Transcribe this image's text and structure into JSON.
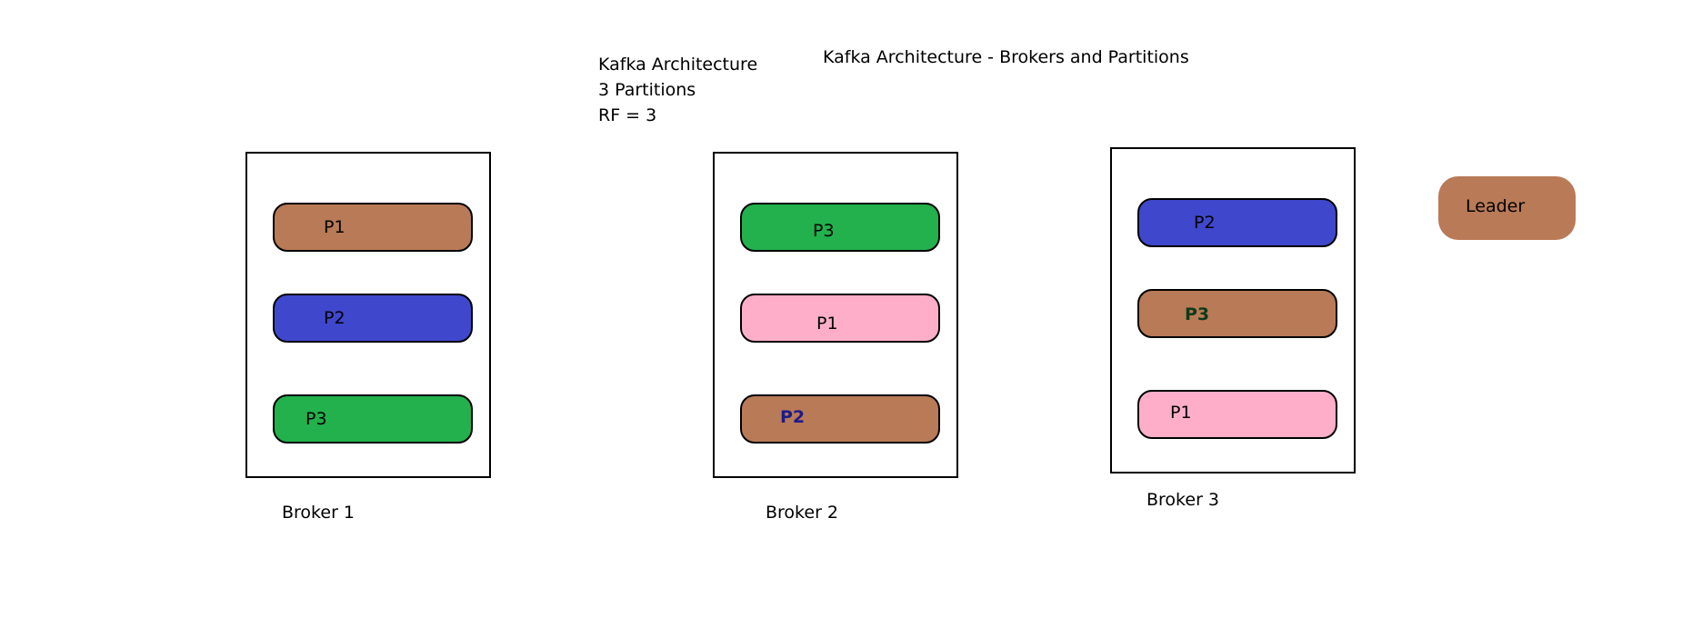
{
  "colors": {
    "brown": "#b97a57",
    "blue": "#3f48cc",
    "green": "#22b14c",
    "pink": "#ffaec9",
    "dark_green": "#0c3b1a",
    "dark_blue": "#1d1b8a"
  },
  "title": "Kafka Architecture - Brokers and Partitions",
  "info": {
    "line1": "Kafka Architecture",
    "line2": "3 Partitions",
    "line3": "RF = 3"
  },
  "legend": {
    "label": "Leader",
    "color": "#b97a57"
  },
  "brokers": [
    {
      "name": "Broker 1",
      "partitions": [
        {
          "label": "P1",
          "color": "#b97a57",
          "text_color": "#000000",
          "bold": false
        },
        {
          "label": "P2",
          "color": "#3f48cc",
          "text_color": "#000000",
          "bold": false
        },
        {
          "label": "P3",
          "color": "#22b14c",
          "text_color": "#000000",
          "bold": false
        }
      ]
    },
    {
      "name": "Broker 2",
      "partitions": [
        {
          "label": "P3",
          "color": "#22b14c",
          "text_color": "#000000",
          "bold": false
        },
        {
          "label": "P1",
          "color": "#ffaec9",
          "text_color": "#000000",
          "bold": false
        },
        {
          "label": "P2",
          "color": "#b97a57",
          "text_color": "#1d1b8a",
          "bold": true
        }
      ]
    },
    {
      "name": "Broker 3",
      "partitions": [
        {
          "label": "P2",
          "color": "#3f48cc",
          "text_color": "#000000",
          "bold": false
        },
        {
          "label": "P3",
          "color": "#b97a57",
          "text_color": "#0c3b1a",
          "bold": true
        },
        {
          "label": "P1",
          "color": "#ffaec9",
          "text_color": "#000000",
          "bold": false
        }
      ]
    }
  ]
}
